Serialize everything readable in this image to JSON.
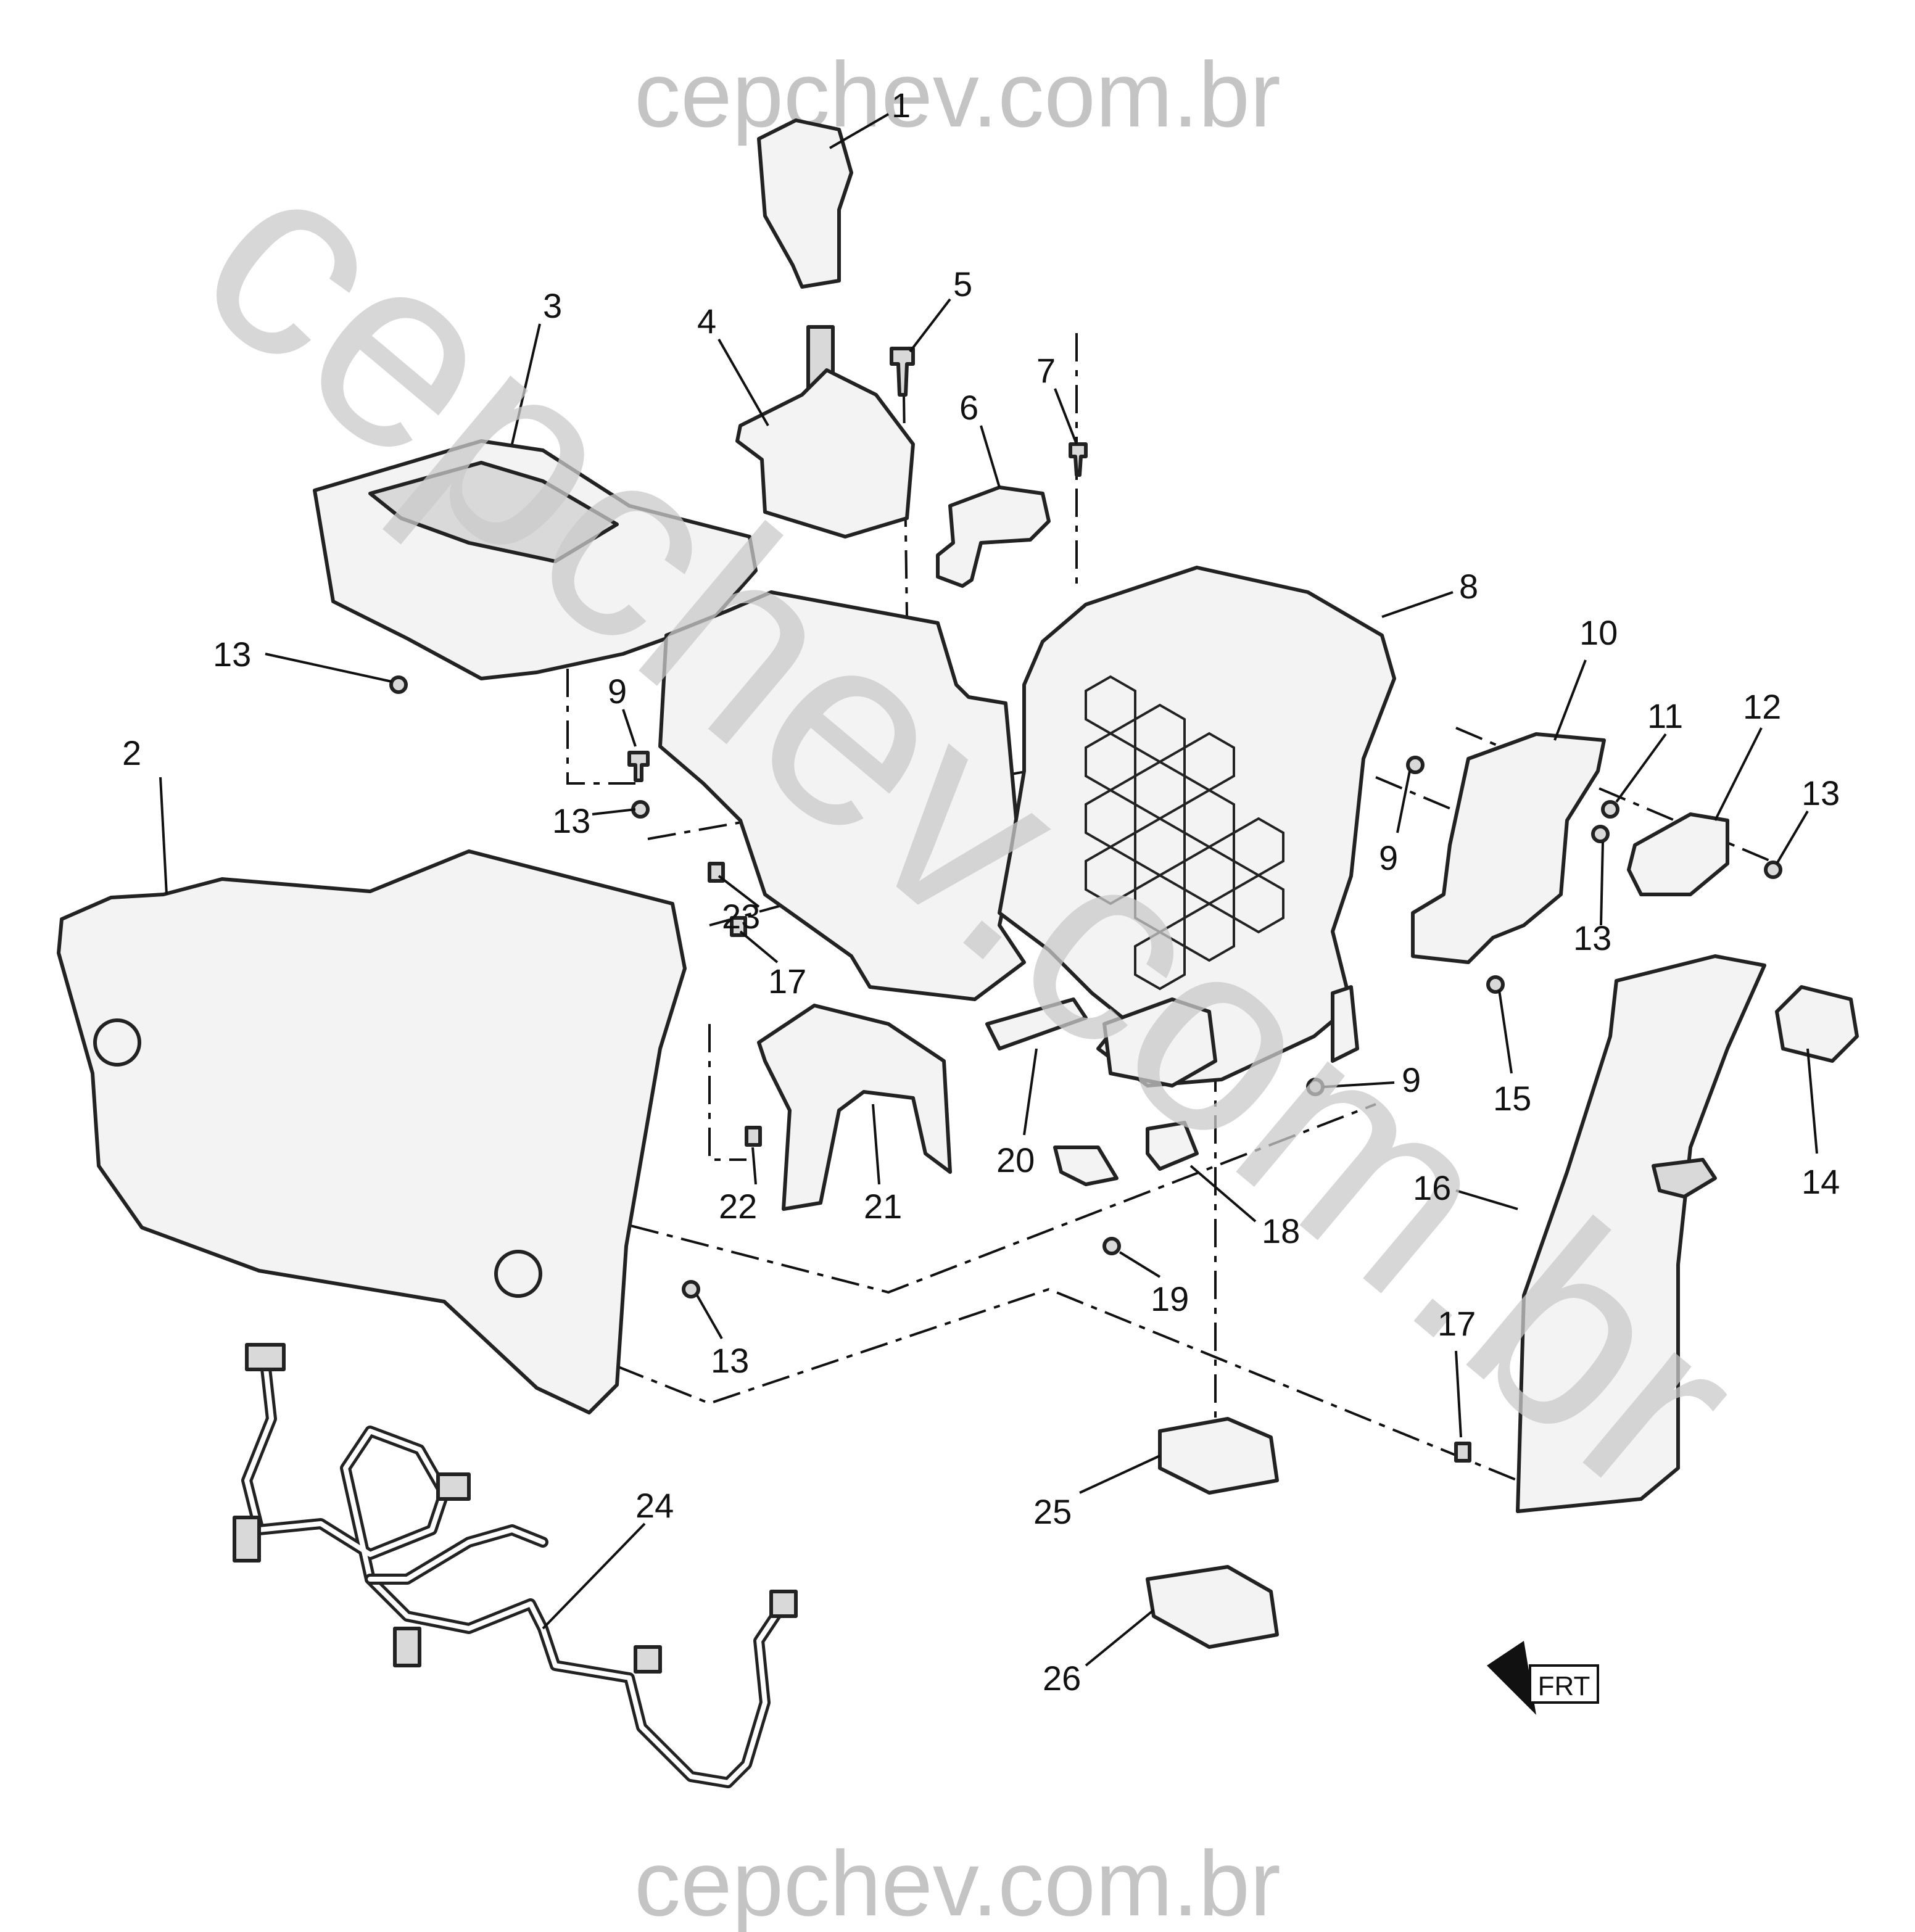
{
  "watermarks": {
    "top": "cepchev.com.br",
    "bottom": "cepchev.com.br",
    "diagonal": "cepchev.com.br"
  },
  "callouts": {
    "c1": "1",
    "c2": "2",
    "c3": "3",
    "c4": "4",
    "c5": "5",
    "c6": "6",
    "c7": "7",
    "c8": "8",
    "c9a": "9",
    "c9b": "9",
    "c9c": "9",
    "c10": "10",
    "c11": "11",
    "c12": "12",
    "c13a": "13",
    "c13b": "13",
    "c13c": "13",
    "c13d": "13",
    "c13e": "13",
    "c14": "14",
    "c15": "15",
    "c16": "16",
    "c17a": "17",
    "c17b": "17",
    "c18": "18",
    "c19": "19",
    "c20": "20",
    "c21": "21",
    "c22": "22",
    "c23": "23",
    "c24": "24",
    "c25": "25",
    "c26": "26"
  },
  "front_indicator": "FRT"
}
